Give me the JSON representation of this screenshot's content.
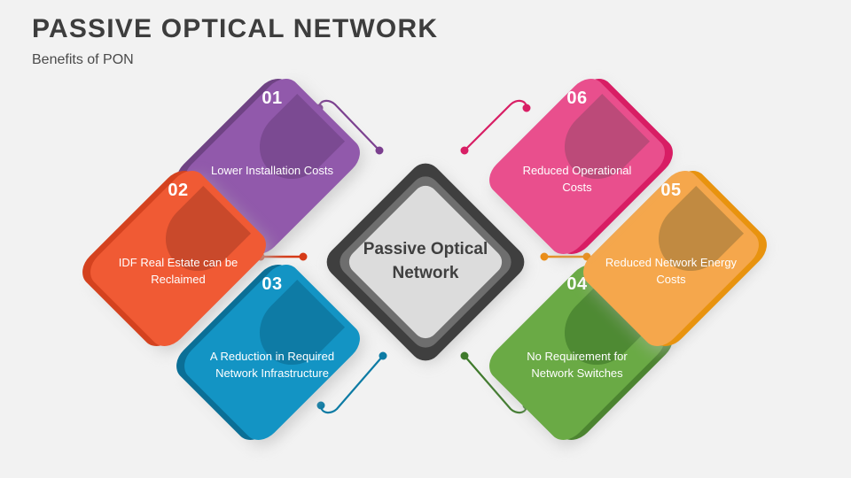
{
  "header": {
    "title": "PASSIVE OPTICAL NETWORK",
    "subtitle": "Benefits of PON"
  },
  "center": {
    "text": "Passive Optical Network",
    "outer_color": "#3f3f3f",
    "mid_color": "#6e6e6e",
    "inner_color": "#dcdcdc"
  },
  "background_color": "#f2f2f2",
  "nodes": [
    {
      "id": "01",
      "number": "01",
      "label": "Lower Installation Costs",
      "color": "#9159ab",
      "cap_color": "#7b4a92",
      "back_color": "#6f4384",
      "connector_color": "#7b3f8f"
    },
    {
      "id": "02",
      "number": "02",
      "label": "IDF Real Estate can be Reclaimed",
      "color": "#f05a34",
      "cap_color": "#c9492b",
      "back_color": "#d4421f",
      "connector_color": "#d63a17"
    },
    {
      "id": "03",
      "number": "03",
      "label": "A Reduction in Required Network Infrastructure",
      "color": "#1394c4",
      "cap_color": "#0e7ba5",
      "back_color": "#0b6f96",
      "connector_color": "#0d7ba4"
    },
    {
      "id": "04",
      "number": "04",
      "label": "No Requirement for Network Switches",
      "color": "#6aaa45",
      "cap_color": "#4e8a33",
      "back_color": "#4c8430",
      "connector_color": "#3f7a2c"
    },
    {
      "id": "05",
      "number": "05",
      "label": "Reduced Network Energy Costs",
      "color": "#f5a74c",
      "cap_color": "#c18a41",
      "back_color": "#e8930f",
      "connector_color": "#ed8b10"
    },
    {
      "id": "06",
      "number": "06",
      "label": "Reduced Operational Costs",
      "color": "#e94f8d",
      "cap_color": "#bc4a79",
      "back_color": "#d81d64",
      "connector_color": "#d81f65"
    }
  ]
}
